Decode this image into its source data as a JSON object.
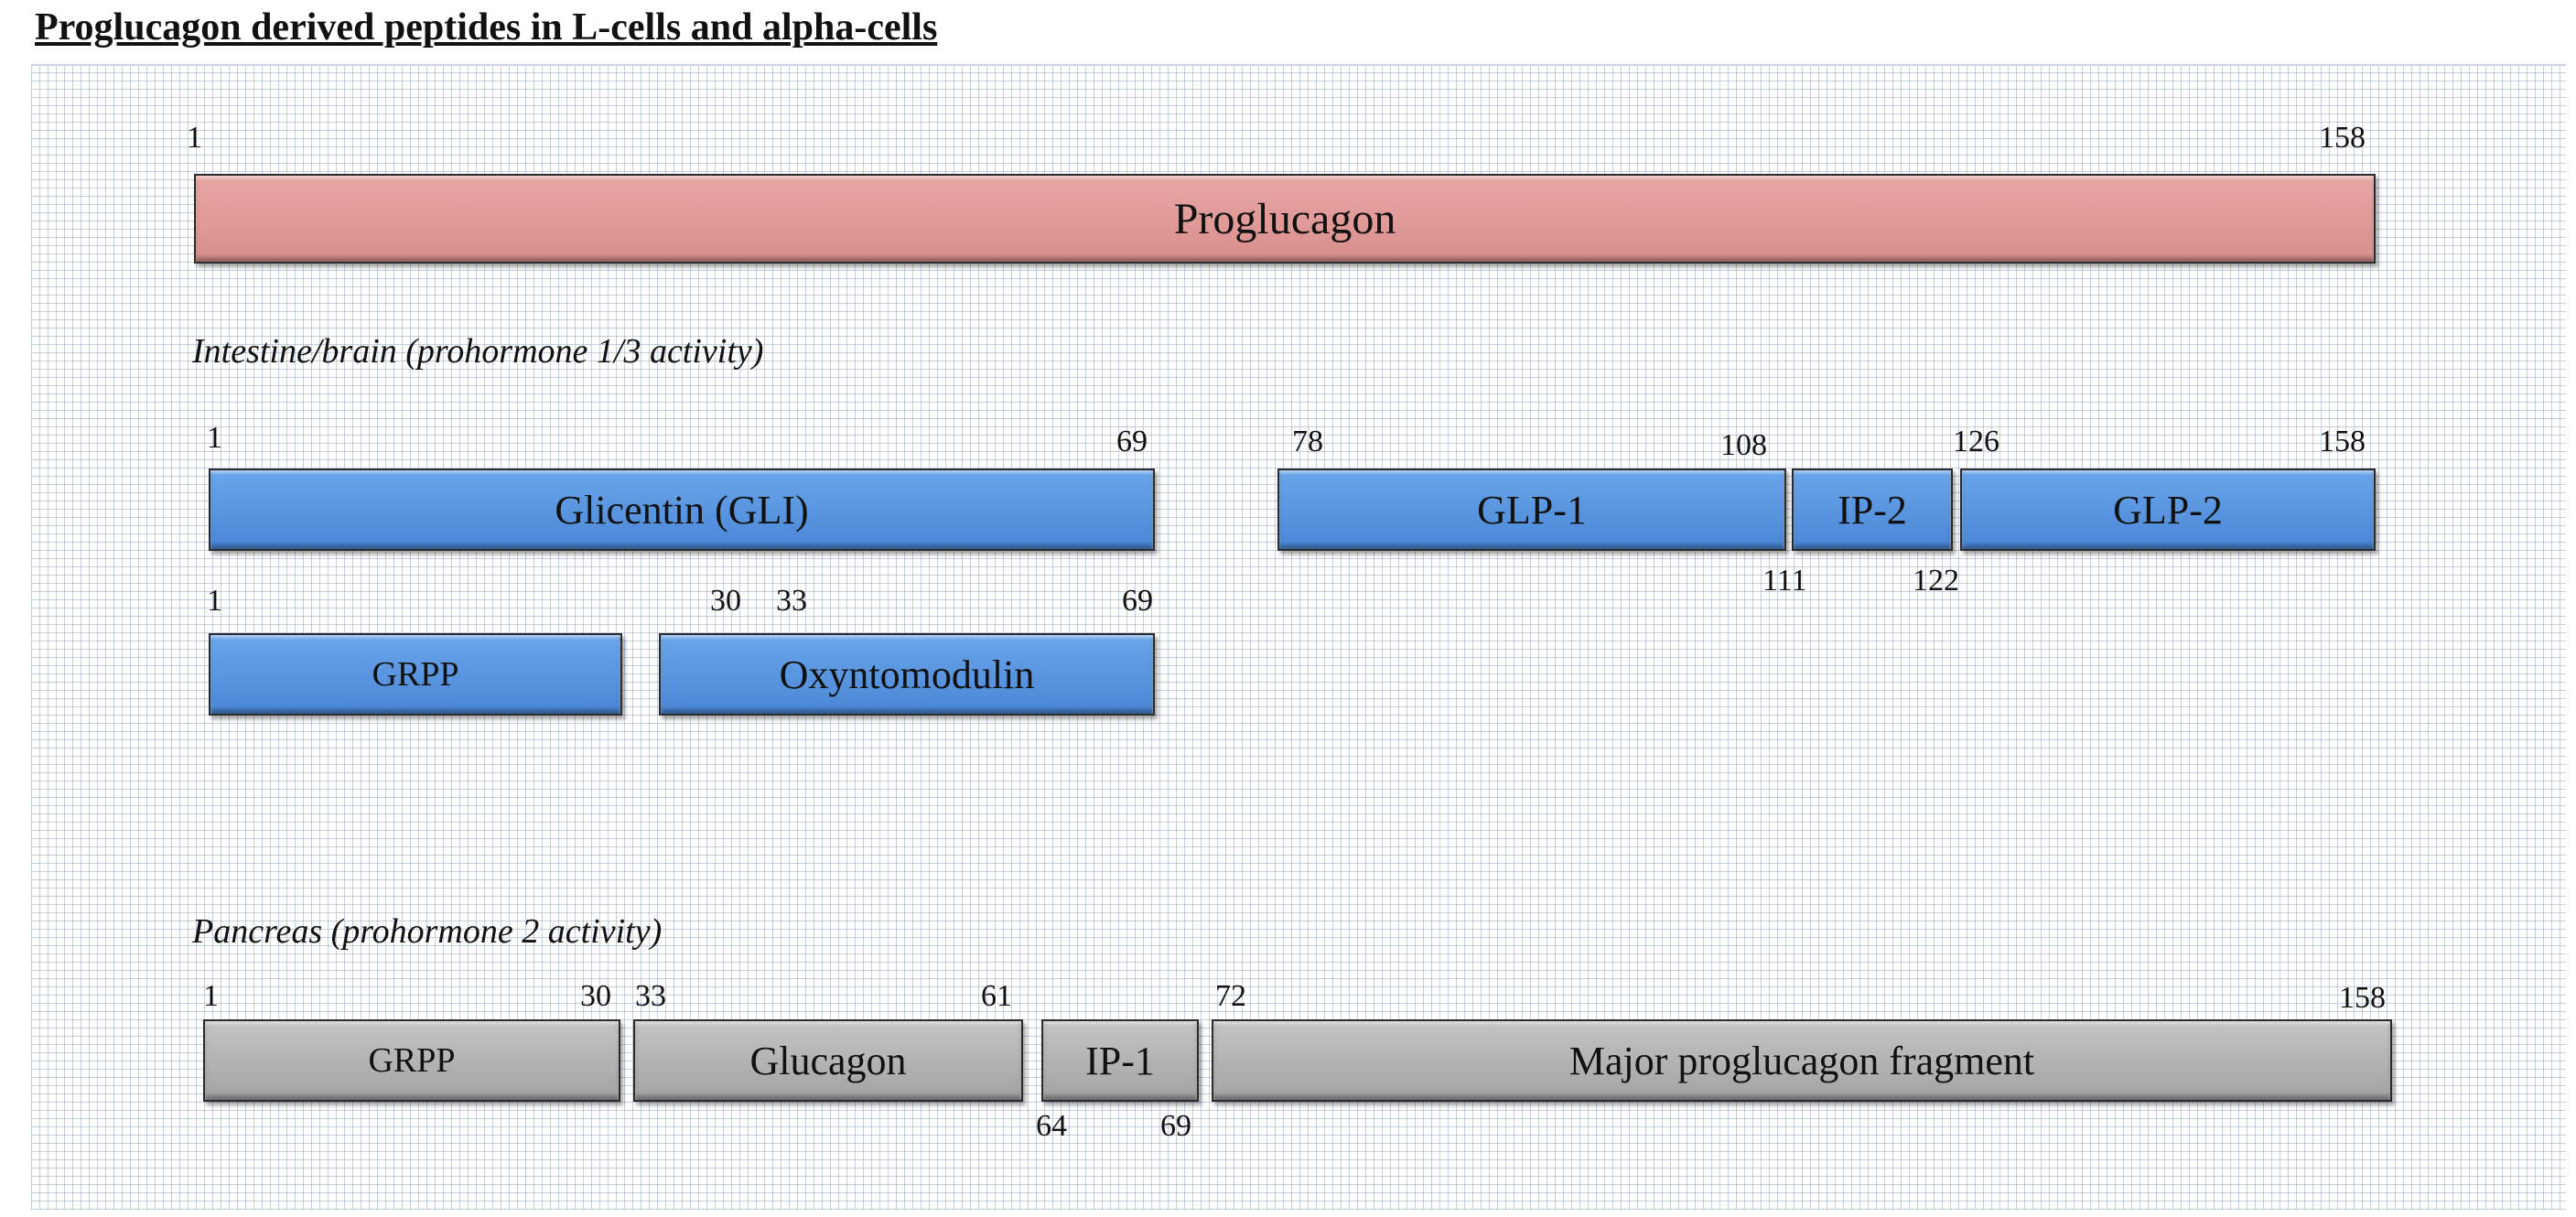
{
  "title": "Proglucagon derived peptides in L-cells and alpha-cells",
  "colors": {
    "proglucagon": "#e09a98",
    "intestine": "#5b97e2",
    "pancreas": "#b5b5b5"
  },
  "proglucagon": {
    "label": "Proglucagon",
    "start": "1",
    "end": "158"
  },
  "intestine": {
    "section_label": "Intestine/brain (prohormone 1/3 activity)",
    "glicentin": {
      "label": "Glicentin (GLI)",
      "start": "1",
      "end": "69"
    },
    "glp1": {
      "label": "GLP-1",
      "start": "78",
      "end": "108"
    },
    "ip2": {
      "label": "IP-2",
      "start": "111",
      "end": "122"
    },
    "glp2": {
      "label": "GLP-2",
      "start": "126",
      "end": "158"
    },
    "grpp": {
      "label": "GRPP",
      "start": "1",
      "end": "30"
    },
    "oxyntomodulin": {
      "label": "Oxyntomodulin",
      "start": "33",
      "end": "69"
    }
  },
  "pancreas": {
    "section_label": "Pancreas (prohormone 2 activity)",
    "grpp": {
      "label": "GRPP",
      "start": "1",
      "end": "30"
    },
    "glucagon": {
      "label": "Glucagon",
      "start": "33",
      "end": "61"
    },
    "ip1": {
      "label": "IP-1",
      "start": "64",
      "end": "69"
    },
    "mpgf": {
      "label": "Major proglucagon fragment",
      "start": "72",
      "end": "158"
    }
  }
}
